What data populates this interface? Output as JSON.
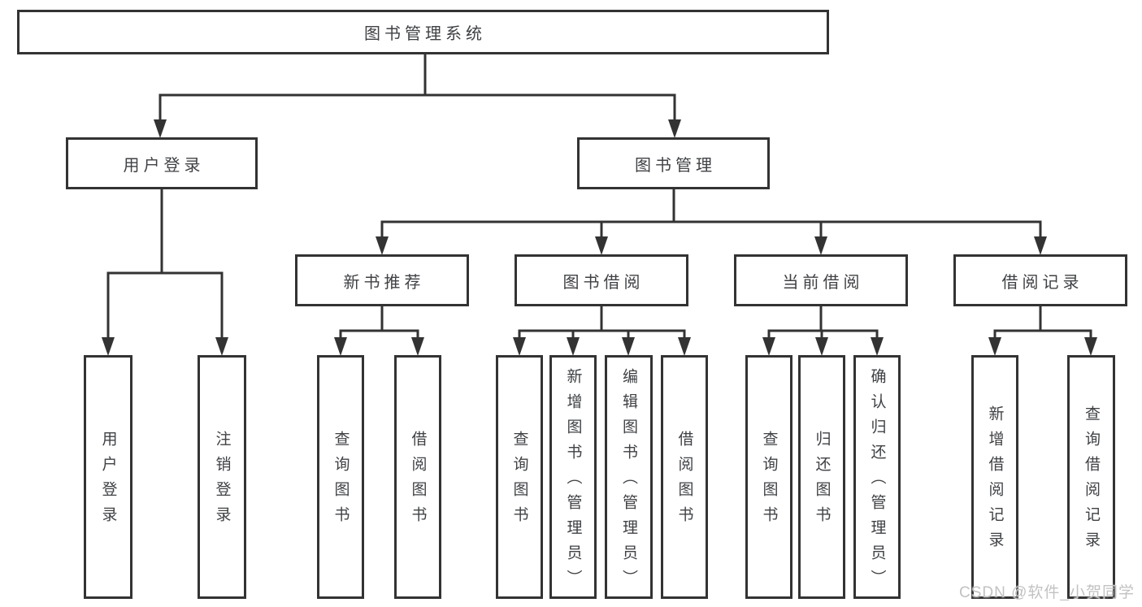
{
  "colors": {
    "line": "#333333",
    "text": "#3f4144",
    "watermark": "#c2c2c2",
    "background": "#ffffff"
  },
  "watermark": "CSDN @软件_小贺同学",
  "tree": {
    "root": "图书管理系统",
    "branches": [
      {
        "label": "用户登录",
        "leaves": [
          "用户登录",
          "注销登录"
        ]
      },
      {
        "label": "图书管理",
        "groups": [
          {
            "label": "新书推荐",
            "leaves": [
              "查询图书",
              "借阅图书"
            ]
          },
          {
            "label": "图书借阅",
            "leaves": [
              "查询图书",
              "新增图书（管理员）",
              "编辑图书（管理员）",
              "借阅图书"
            ]
          },
          {
            "label": "当前借阅",
            "leaves": [
              "查询图书",
              "归还图书",
              "确认归还（管理员）"
            ]
          },
          {
            "label": "借阅记录",
            "leaves": [
              "新增借阅记录",
              "查询借阅记录"
            ]
          }
        ]
      }
    ]
  }
}
